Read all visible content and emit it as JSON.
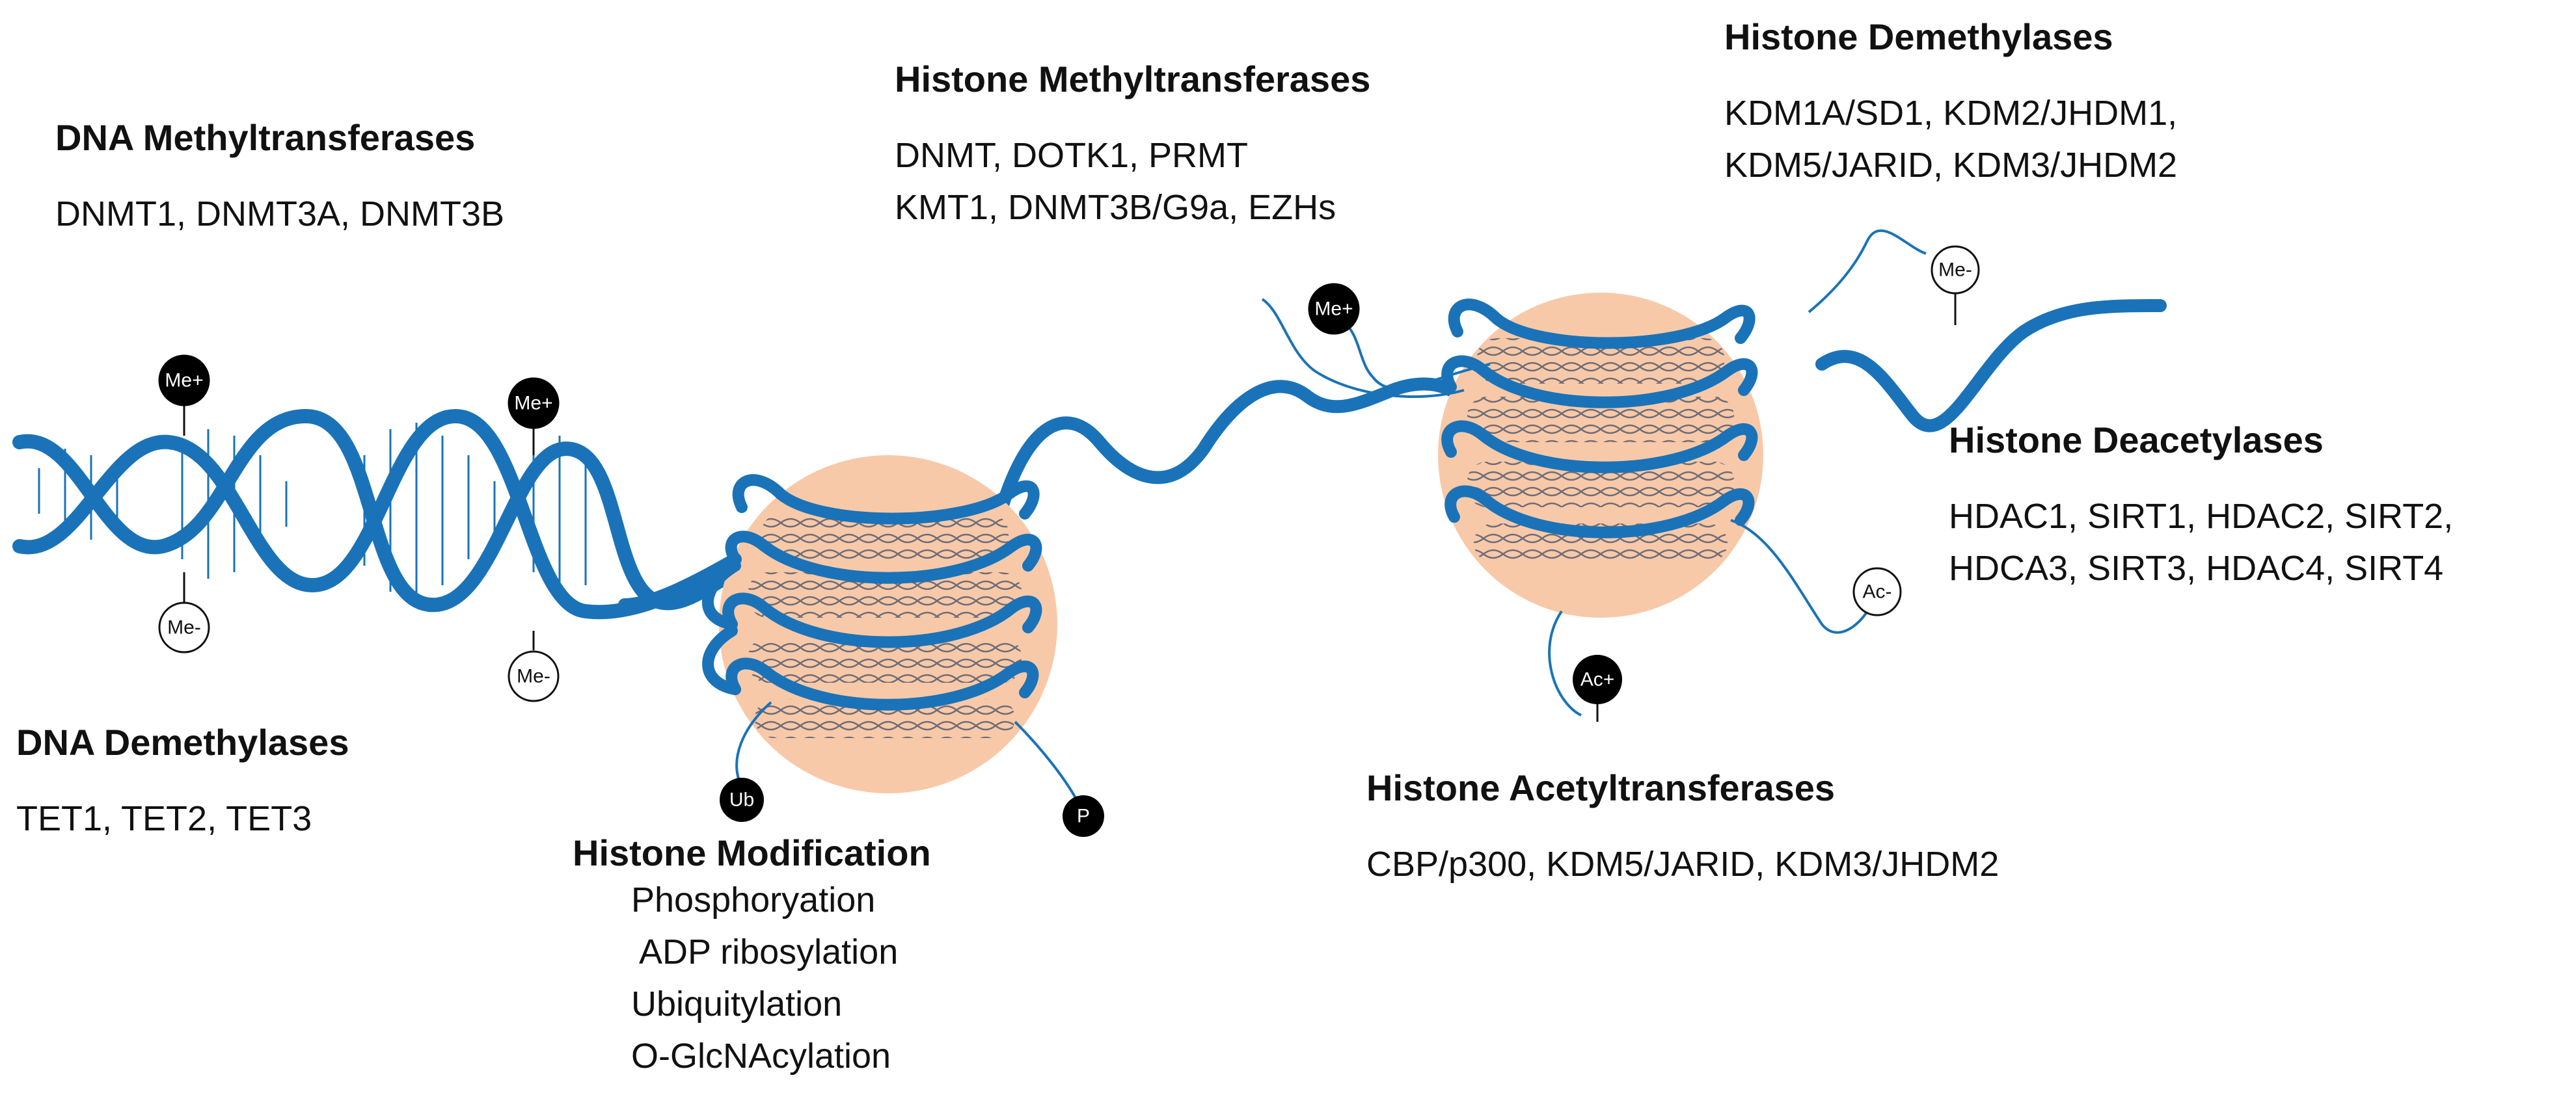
{
  "colors": {
    "dna": "#1a73b8",
    "nucleosome": "#f8c9a8",
    "dna_dark": "#0f5e9a",
    "mark_dark": "#000000",
    "mark_light": "#ffffff"
  },
  "groups": {
    "dna_methyltransferases": {
      "heading": "DNA Methyltransferases",
      "lines": [
        "DNMT1, DNMT3A, DNMT3B"
      ]
    },
    "dna_demethylases": {
      "heading": "DNA Demethylases",
      "lines": [
        "TET1, TET2, TET3"
      ]
    },
    "histone_methyltransferases": {
      "heading": "Histone Methyltransferases",
      "lines": [
        "DNMT, DOTK1, PRMT",
        "KMT1, DNMT3B/G9a, EZHs"
      ]
    },
    "histone_demethylases": {
      "heading": "Histone Demethylases",
      "lines": [
        "KDM1A/SD1, KDM2/JHDM1,",
        "KDM5/JARID, KDM3/JHDM2"
      ]
    },
    "histone_deacetylases": {
      "heading": "Histone Deacetylases",
      "lines": [
        "HDAC1, SIRT1, HDAC2, SIRT2,",
        "HDCA3, SIRT3, HDAC4, SIRT4"
      ]
    },
    "histone_acetyltransferases": {
      "heading": "Histone Acetyltransferases",
      "lines": [
        "CBP/p300, KDM5/JARID, KDM3/JHDM2"
      ]
    },
    "histone_modification": {
      "heading": "Histone Modification",
      "lines": [
        "Phosphoryation",
        " ADP ribosylation",
        "Ubiquitylation",
        "O-GlcNAcylation"
      ]
    }
  },
  "marks": {
    "me_plus_1": {
      "text": "Me+",
      "style": "dark"
    },
    "me_plus_2": {
      "text": "Me+",
      "style": "dark"
    },
    "me_minus_1": {
      "text": "Me-",
      "style": "light"
    },
    "me_minus_2": {
      "text": "Me-",
      "style": "light"
    },
    "me_plus_histone": {
      "text": "Me+",
      "style": "dark"
    },
    "me_minus_histone": {
      "text": "Me-",
      "style": "light"
    },
    "ub": {
      "text": "Ub",
      "style": "dark"
    },
    "p": {
      "text": "P",
      "style": "dark"
    },
    "ac_plus": {
      "text": "Ac+",
      "style": "dark"
    },
    "ac_minus": {
      "text": "Ac-",
      "style": "light"
    }
  }
}
